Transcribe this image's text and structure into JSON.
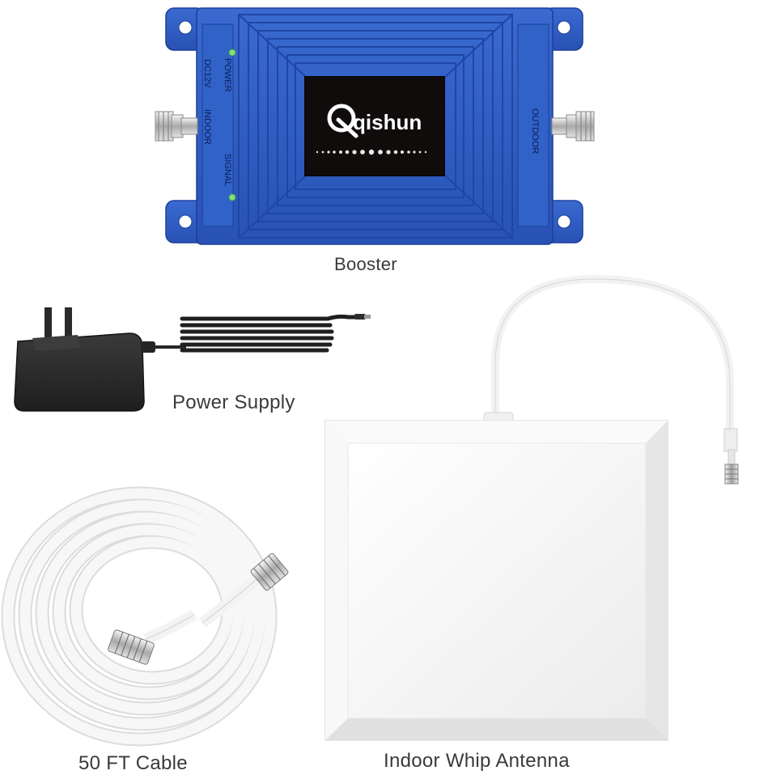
{
  "labels": {
    "booster": "Booster",
    "power_supply": "Power Supply",
    "cable": "50 FT Cable",
    "antenna": "Indoor Whip Antenna"
  },
  "booster_device": {
    "brand": "qishun",
    "port_labels": {
      "dc": "DC12V",
      "power": "POWER",
      "indoor": "INDOOR",
      "signal": "SIGNAL",
      "outdoor": "OUTDOOR"
    }
  },
  "colors": {
    "booster_blue": "#2f5fc4",
    "booster_dark": "#1d3f99",
    "display_bg": "#100c0c",
    "led_green": "#7fe07a",
    "adapter_black": "#2a2a2a",
    "cable_white": "#f2f2f2"
  }
}
